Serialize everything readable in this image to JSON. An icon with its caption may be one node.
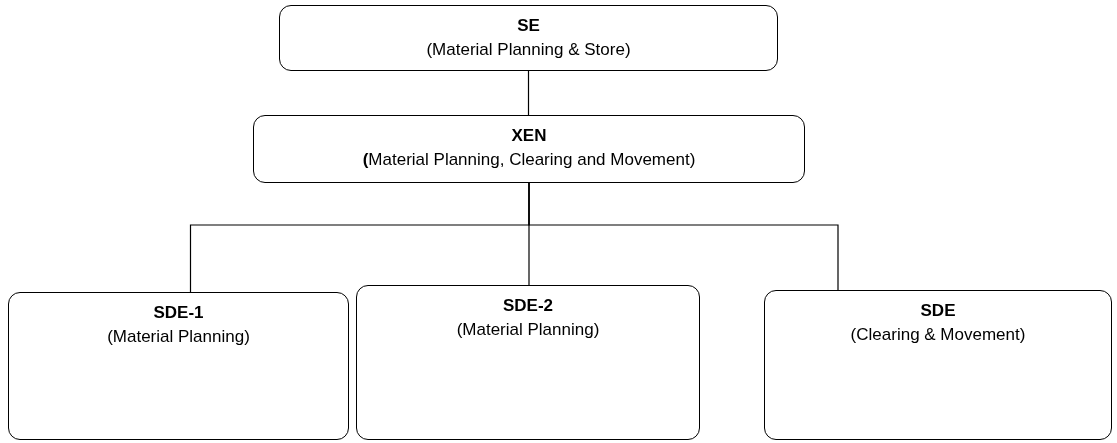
{
  "diagram": {
    "nodes": [
      {
        "text": [
          "SE",
          "(Material Planning & Store)"
        ]
      },
      {
        "text": [
          "XEN",
          "**(**Material Planning, Clearing and Movement)"
        ]
      },
      {
        "text": [
          "SDE-1",
          "(Material Planning)"
        ]
      },
      {
        "text": [
          "SDE-2",
          "(Material Planning)"
        ]
      },
      {
        "text": [
          "SDE",
          "(Clearing & Movement)"
        ]
      }
    ],
    "edges": [
      {
        "from": 0,
        "to": 1,
        "arrow": "none"
      },
      {
        "from": 1,
        "to": 2,
        "arrow": "none"
      },
      {
        "from": 1,
        "to": 3,
        "arrow": "none"
      },
      {
        "from": 1,
        "to": 4,
        "arrow": "none"
      }
    ]
  }
}
